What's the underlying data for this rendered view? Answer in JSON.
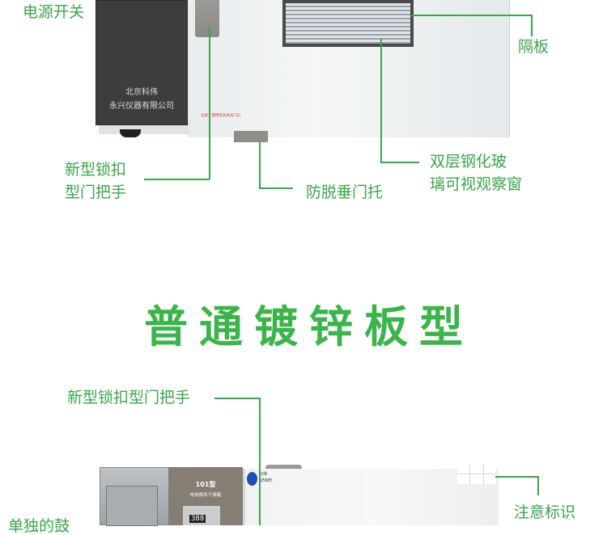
{
  "top_section": {
    "labels": {
      "power_switch": "电源开关",
      "shelf": "隔板",
      "handle_line1": "新型锁扣",
      "handle_line2": "型门把手",
      "door_support": "防脱垂门托",
      "window_line1": "双层钢化玻",
      "window_line2": "璃可视观察窗"
    },
    "panel_text": {
      "line1": "北京科伟",
      "line2": "永兴仪器有限公司"
    },
    "warning_sticker": "注意：使用前先关闭门口"
  },
  "heading": "普通镀锌板型",
  "bottom_section": {
    "labels": {
      "handle": "新型锁扣型门把手",
      "warning_labels": "注意标识",
      "separate": "单独的鼓"
    },
    "panel_text": {
      "model": "101型",
      "name": "电热鼓风干燥箱",
      "display": "388"
    },
    "brand": {
      "cn": "科伟",
      "en": "KEWEI"
    }
  },
  "colors": {
    "accent": "#3aa64a",
    "heading": "#3bb54a"
  }
}
